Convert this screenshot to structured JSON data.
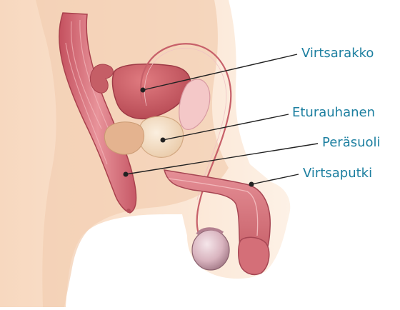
{
  "labels": {
    "bladder": "Virtsarakko",
    "prostate": "Eturauhanen",
    "rectum": "Peräsuoli",
    "urethra": "Virtsaputki"
  },
  "colors": {
    "label_text": "#1c7fa0",
    "skin_light": "#fbe3cf",
    "skin_mid": "#f2c8a9",
    "muscle_red": "#d9727a",
    "muscle_dark": "#b44d58",
    "bladder": "#c9565c",
    "prostate": "#f3dcc0",
    "leader_line": "#222222"
  }
}
